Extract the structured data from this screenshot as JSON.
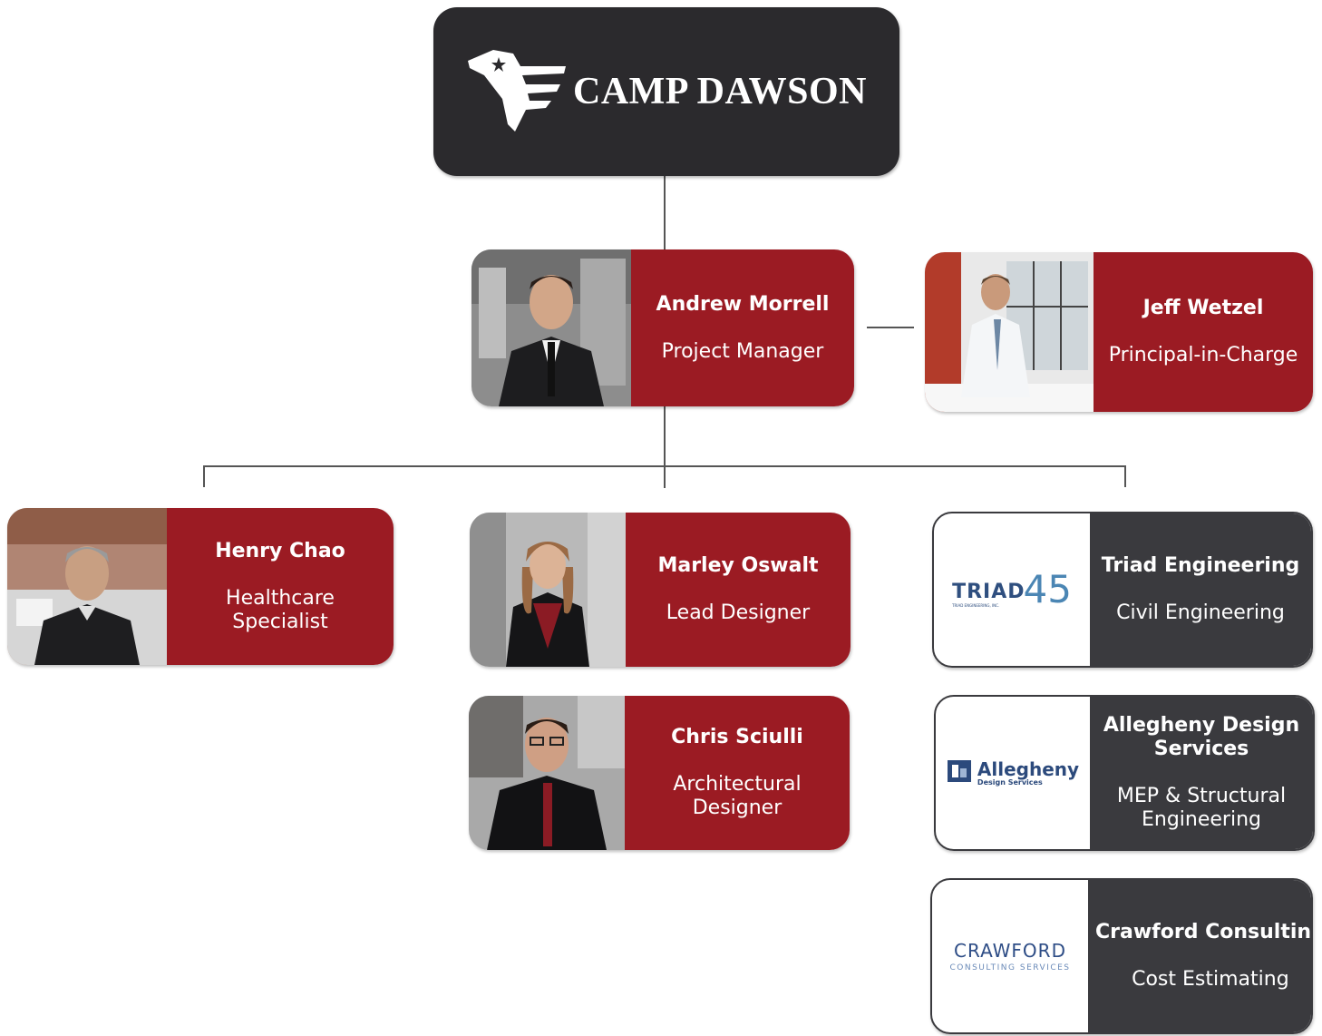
{
  "header": {
    "title": "CAMP DAWSON"
  },
  "people": {
    "andrew": {
      "name": "Andrew Morrell",
      "role": "Project Manager"
    },
    "jeff": {
      "name": "Jeff Wetzel",
      "role": "Principal-in-Charge"
    },
    "henry": {
      "name": "Henry Chao",
      "role": "Healthcare Specialist"
    },
    "marley": {
      "name": "Marley Oswalt",
      "role": "Lead Designer"
    },
    "chris": {
      "name": "Chris Sciulli",
      "role": "Architectural Designer"
    }
  },
  "firms": {
    "triad": {
      "name": "Triad Engineering",
      "role": "Civil Engineering",
      "logo_text": "TRIAD",
      "logo_sub": "TRIAD ENGINEERING, INC.",
      "logo_number": "45"
    },
    "allegheny": {
      "name": "Allegheny Design Services",
      "role": "MEP & Structural Engineering",
      "logo_text": "Allegheny",
      "logo_sub": "Design Services"
    },
    "crawford": {
      "name": "Crawford Consulting",
      "role": "Cost Estimating",
      "logo_text": "CRAWFORD",
      "logo_sub": "CONSULTING SERVICES"
    }
  },
  "colors": {
    "accent_red": "#9b1b23",
    "dark": "#3a3a3e",
    "header_bg": "#2b2a2d"
  }
}
